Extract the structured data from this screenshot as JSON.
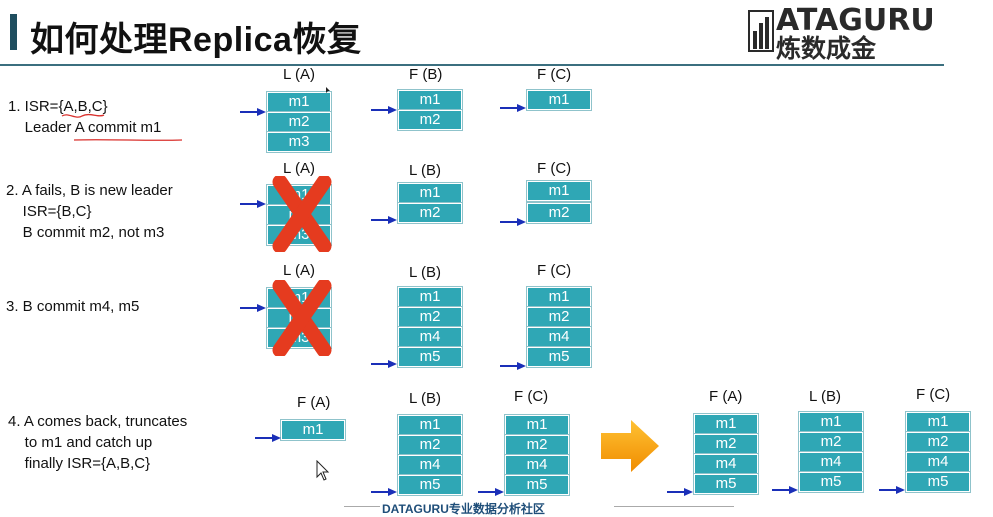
{
  "title": "如何处理Replica恢复",
  "logo": {
    "line1": "ATAGURU",
    "line2": "炼数成金"
  },
  "steps": {
    "s1": "1. ISR={A,B,C}\n    Leader A commit m1",
    "s2": "2. A fails, B is new leader\n    ISR={B,C}\n    B commit m2, not m3",
    "s3": "3. B commit m4, m5",
    "s4": "4. A comes back, truncates\n    to m1 and catch up\n    finally ISR={A,B,C}"
  },
  "labels": {
    "LA": "L (A)",
    "FB": "F (B)",
    "FC": "F (C)",
    "LB": "L (B)",
    "FA": "F (A)"
  },
  "messages": {
    "m1": "m1",
    "m2": "m2",
    "m3": "m3",
    "m4": "m4",
    "m5": "m5"
  },
  "footer": "DATAGURU专业数据分析社区",
  "colors": {
    "box": "#2fa7b5",
    "arrow": "#1a2fb8",
    "cross": "#e53b1f",
    "bigArrow": "#f5a623"
  }
}
